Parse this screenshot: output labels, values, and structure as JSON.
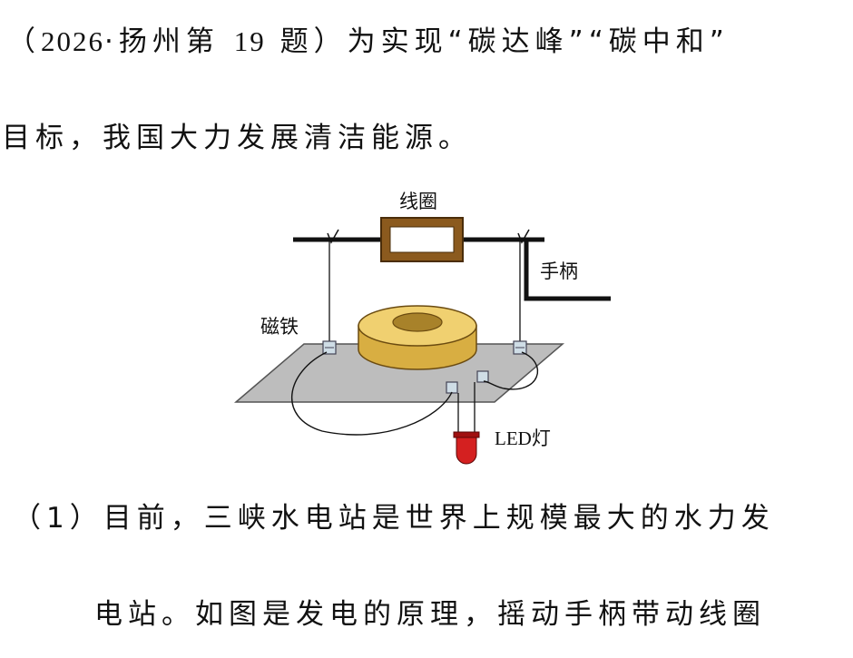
{
  "line1": {
    "open_paren": "（",
    "year": "2026",
    "dot": "·",
    "place": "扬州第",
    "number": "19",
    "tail": "题）为实现“碳达峰”“碳中和”"
  },
  "line2": "目标，我国大力发展清洁能源。",
  "line3": {
    "num": "（1）",
    "text": "目前，三峡水电站是世界上规模最大的水力发"
  },
  "line4": "电站。如图是发电的原理，摇动手柄带动线圈",
  "figure": {
    "labels": {
      "coil": "线圈",
      "handle": "手柄",
      "magnet": "磁铁",
      "led": "LED灯"
    },
    "colors": {
      "board": "#bdbdbd",
      "magnet_gold": "#e8c560",
      "coil_frame": "#8b5a1e",
      "led_red": "#d42020"
    }
  }
}
